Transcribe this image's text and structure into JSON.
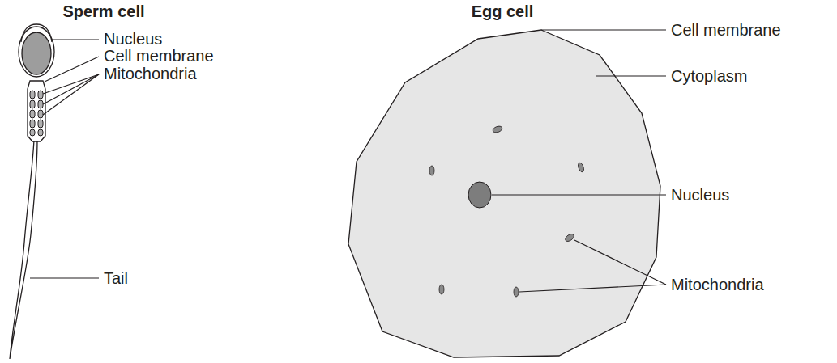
{
  "diagram": {
    "labels": [
      "Sperm cell",
      "Egg cell",
      "Nucleus",
      "Cell membrane",
      "Mitochondria",
      "Tail",
      "Cell membrane",
      "Cytoplasm",
      "Nucleus",
      "Mitochondria"
    ]
  }
}
